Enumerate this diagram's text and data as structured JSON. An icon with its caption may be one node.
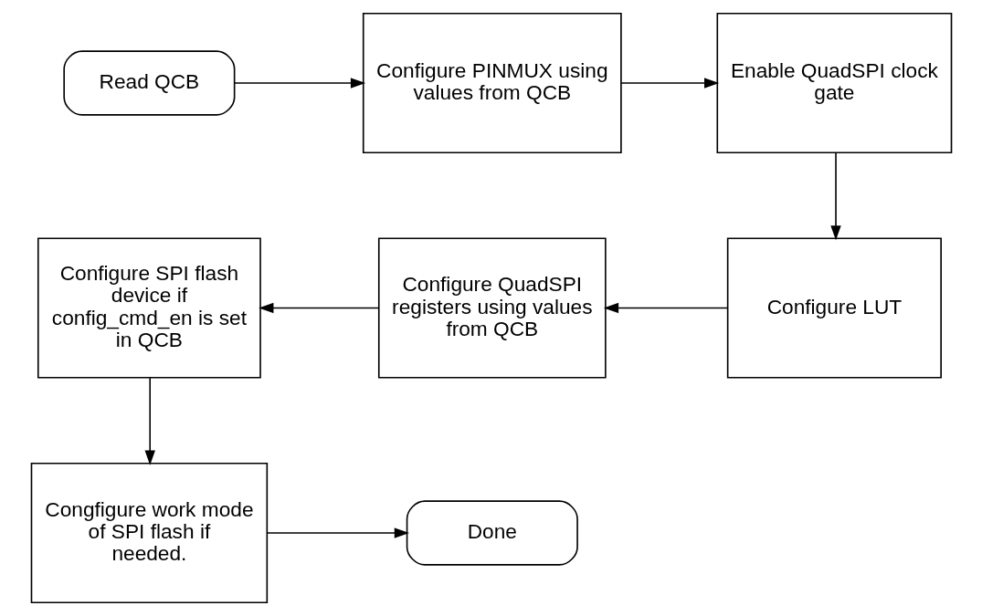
{
  "diagram": {
    "nodes": [
      {
        "text": [
          "Read QCB"
        ]
      },
      {
        "text": [
          "Configure PINMUX using values from QCB"
        ]
      },
      {
        "text": [
          "Enable QuadSPI clock gate"
        ]
      },
      {
        "text": [
          "Configure LUT"
        ]
      },
      {
        "text": [
          "Configure QuadSPI registers using values from QCB"
        ]
      },
      {
        "text": [
          "Configure SPI flash device if config_cmd_en is set in QCB"
        ]
      },
      {
        "text": [
          "Congfigure work mode of SPI flash if needed."
        ]
      },
      {
        "text": [
          "Done"
        ]
      }
    ],
    "edges": [
      {
        "from": 0,
        "to": 1,
        "arrow": "to"
      },
      {
        "from": 1,
        "to": 2,
        "arrow": "to"
      },
      {
        "from": 2,
        "to": 3,
        "arrow": "to"
      },
      {
        "from": 3,
        "to": 4,
        "arrow": "to"
      },
      {
        "from": 4,
        "to": 5,
        "arrow": "to"
      },
      {
        "from": 5,
        "to": 6,
        "arrow": "to"
      },
      {
        "from": 6,
        "to": 7,
        "arrow": "to"
      }
    ]
  }
}
